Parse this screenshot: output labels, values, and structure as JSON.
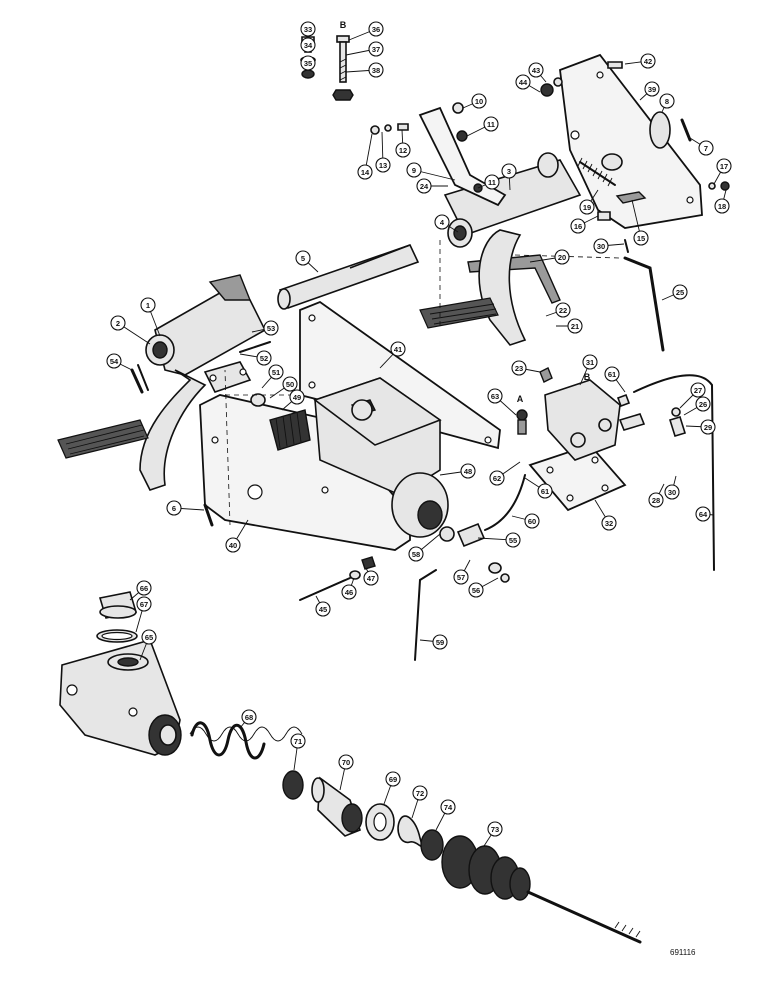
{
  "figure_code": "691116",
  "part_letters": [
    "A",
    "B",
    "A",
    "B"
  ],
  "callouts": [
    {
      "id": "c33",
      "label": "33"
    },
    {
      "id": "c34",
      "label": "34"
    },
    {
      "id": "c35",
      "label": "35"
    },
    {
      "id": "c36",
      "label": "36"
    },
    {
      "id": "c37",
      "label": "37"
    },
    {
      "id": "c38",
      "label": "38"
    },
    {
      "id": "c43",
      "label": "43"
    },
    {
      "id": "c44",
      "label": "44"
    },
    {
      "id": "c42",
      "label": "42"
    },
    {
      "id": "c39",
      "label": "39"
    },
    {
      "id": "c8",
      "label": "8"
    },
    {
      "id": "c7",
      "label": "7"
    },
    {
      "id": "c17",
      "label": "17"
    },
    {
      "id": "c18",
      "label": "18"
    },
    {
      "id": "c10",
      "label": "10"
    },
    {
      "id": "c11",
      "label": "11"
    },
    {
      "id": "c12",
      "label": "12"
    },
    {
      "id": "c13",
      "label": "13"
    },
    {
      "id": "c14",
      "label": "14"
    },
    {
      "id": "c9",
      "label": "9"
    },
    {
      "id": "c24",
      "label": "24"
    },
    {
      "id": "c11b",
      "label": "11"
    },
    {
      "id": "c3",
      "label": "3"
    },
    {
      "id": "c19",
      "label": "19"
    },
    {
      "id": "c15",
      "label": "15"
    },
    {
      "id": "c16",
      "label": "16"
    },
    {
      "id": "c4",
      "label": "4"
    },
    {
      "id": "c30",
      "label": "30"
    },
    {
      "id": "c5",
      "label": "5"
    },
    {
      "id": "c20",
      "label": "20"
    },
    {
      "id": "c25",
      "label": "25"
    },
    {
      "id": "c1",
      "label": "1"
    },
    {
      "id": "c2",
      "label": "2"
    },
    {
      "id": "c53",
      "label": "53"
    },
    {
      "id": "c52",
      "label": "52"
    },
    {
      "id": "c22",
      "label": "22"
    },
    {
      "id": "c21",
      "label": "21"
    },
    {
      "id": "c41",
      "label": "41"
    },
    {
      "id": "c54",
      "label": "54"
    },
    {
      "id": "c51",
      "label": "51"
    },
    {
      "id": "c50",
      "label": "50"
    },
    {
      "id": "c49",
      "label": "49"
    },
    {
      "id": "c23",
      "label": "23"
    },
    {
      "id": "c31",
      "label": "31"
    },
    {
      "id": "c61",
      "label": "61"
    },
    {
      "id": "c27",
      "label": "27"
    },
    {
      "id": "c26",
      "label": "26"
    },
    {
      "id": "c29",
      "label": "29"
    },
    {
      "id": "c63",
      "label": "63"
    },
    {
      "id": "c62",
      "label": "62"
    },
    {
      "id": "c48",
      "label": "48"
    },
    {
      "id": "c61b",
      "label": "61"
    },
    {
      "id": "c28",
      "label": "28"
    },
    {
      "id": "c30b",
      "label": "30"
    },
    {
      "id": "c6",
      "label": "6"
    },
    {
      "id": "c32",
      "label": "32"
    },
    {
      "id": "c60",
      "label": "60"
    },
    {
      "id": "c64",
      "label": "64"
    },
    {
      "id": "c40",
      "label": "40"
    },
    {
      "id": "c58",
      "label": "58"
    },
    {
      "id": "c55",
      "label": "55"
    },
    {
      "id": "c47",
      "label": "47"
    },
    {
      "id": "c46",
      "label": "46"
    },
    {
      "id": "c45",
      "label": "45"
    },
    {
      "id": "c57",
      "label": "57"
    },
    {
      "id": "c56",
      "label": "56"
    },
    {
      "id": "c66",
      "label": "66"
    },
    {
      "id": "c67",
      "label": "67"
    },
    {
      "id": "c65",
      "label": "65"
    },
    {
      "id": "c59",
      "label": "59"
    },
    {
      "id": "c68",
      "label": "68"
    },
    {
      "id": "c71",
      "label": "71"
    },
    {
      "id": "c70",
      "label": "70"
    },
    {
      "id": "c69",
      "label": "69"
    },
    {
      "id": "c72",
      "label": "72"
    },
    {
      "id": "c74",
      "label": "74"
    },
    {
      "id": "c73",
      "label": "73"
    }
  ]
}
